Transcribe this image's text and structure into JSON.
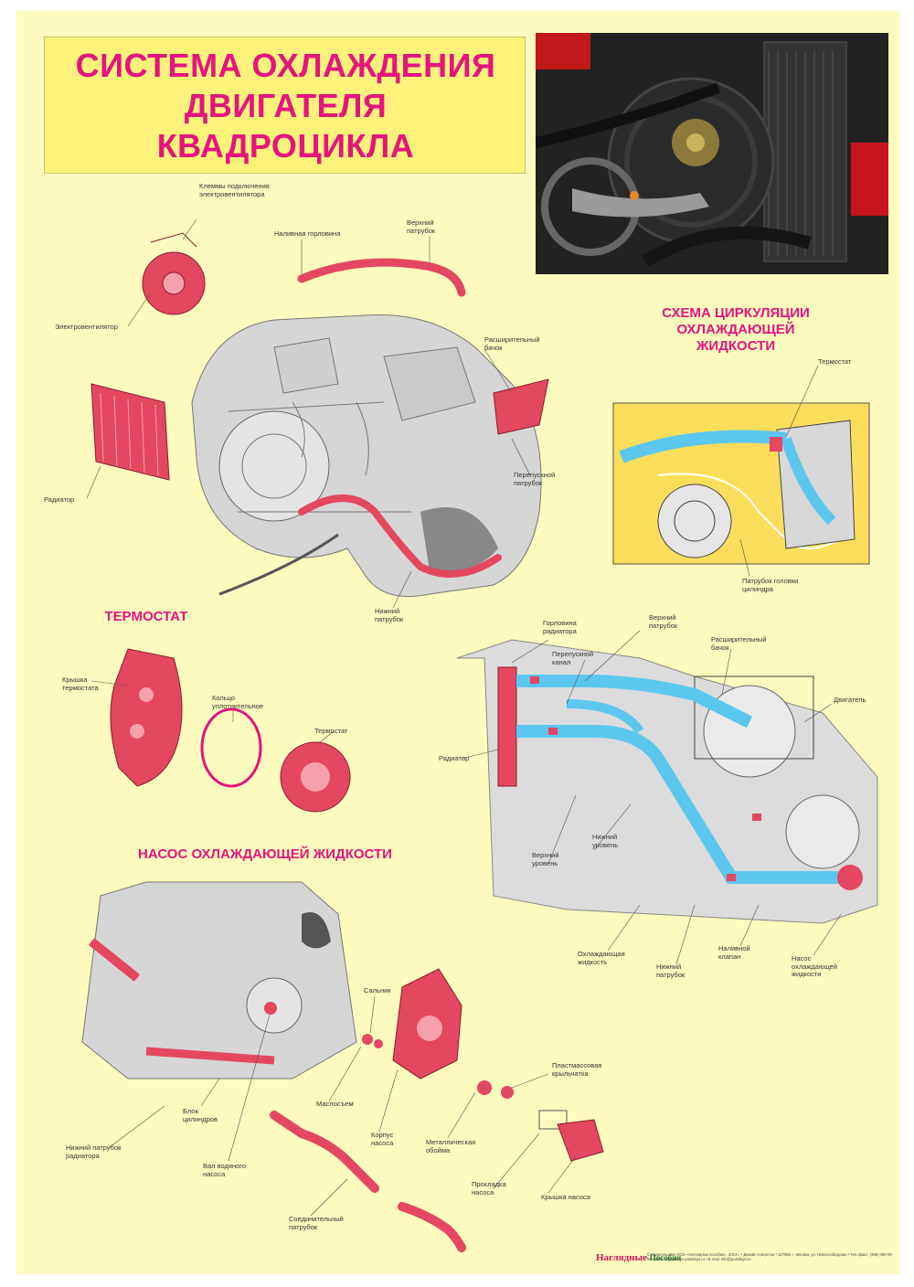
{
  "title": {
    "line1": "СИСТЕМА ОХЛАЖДЕНИЯ",
    "line2": "ДВИГАТЕЛЯ",
    "line3": "КВАДРОЦИКЛА"
  },
  "sections": {
    "circulation": {
      "line1": "СХЕМА ЦИРКУЛЯЦИИ",
      "line2": "ОХЛАЖДАЮЩЕЙ",
      "line3": "ЖИДКОСТИ"
    },
    "thermostat": "ТЕРМОСТАТ",
    "pump": "НАСОС ОХЛАЖДАЮЩЕЙ ЖИДКОСТИ"
  },
  "labels_main": {
    "terminals": "Клеммы подключения\nэлектровентилятора",
    "filler_neck": "Наливная горловина",
    "upper_hose": "Верхний\nпатрубок",
    "fan": "Электровентилятор",
    "expansion_tank": "Расширительный\nбачок",
    "bypass_hose": "Перепускной\nпатрубок",
    "radiator": "Радиатор",
    "lower_hose": "Нижний\nпатрубок"
  },
  "labels_circ": {
    "thermostat": "Термостат",
    "head_hose": "Патрубок головки\nцилиндра"
  },
  "labels_thermo": {
    "housing": "Крышка\nтермостата",
    "ring": "Кольцо\nуплотнительное",
    "thermostat": "Термостат"
  },
  "labels_flow": {
    "radiator_neck": "Горловина\nрадиатора",
    "upper_hose": "Верхний\nпатрубок",
    "bypass": "Перепускной\nканал",
    "expansion_tank": "Расширительный\nбачок",
    "engine": "Двигатель",
    "radiator": "Радиатор",
    "lower_level": "Нижний\nуровень",
    "upper_level": "Верхний\nуровень",
    "coolant": "Охлаждающая\nжидкость",
    "lower_hose": "Нижний\nпатрубок",
    "drain": "Наливной\nклапан",
    "pump": "Насос\nохлаждающей\nжидкости"
  },
  "labels_pump": {
    "seal": "Сальник",
    "plastic_impeller": "Пластмассовая\nкрыльчатка",
    "cylinder_block": "Блок\nцилиндров",
    "seal2": "Маслосъем",
    "pump_housing": "Корпус\nнасоса",
    "metal_ring": "Металлическая\nобойма",
    "lower_hose": "Нижний патрубок\nрадиатора",
    "pump_shaft": "Вал водяного\nнасоса",
    "gasket": "Прокладка\nнасоса",
    "cover": "Крышка насоса",
    "connecting_hose": "Соединительный\nпатрубок"
  },
  "footer": {
    "brand": "Наглядные",
    "brand2": "Пособия",
    "fine": "© Издательство ООО «Наглядные пособия», 2014 г. • Дизайн и верстка • 127055, г. Москва, ул. Новослободская • Тел./факс: (495) 000-00-00 • www.naglyadnye-posobiya.ru • E-mail: info@posobiya.ru"
  },
  "colors": {
    "background": "#fdfbbd",
    "title_fill": "#fdf37a",
    "accent": "#e6137f",
    "part_red": "#e44760",
    "coolant_blue": "#5bc7ef",
    "engine_gray": "#d4d4d4"
  }
}
